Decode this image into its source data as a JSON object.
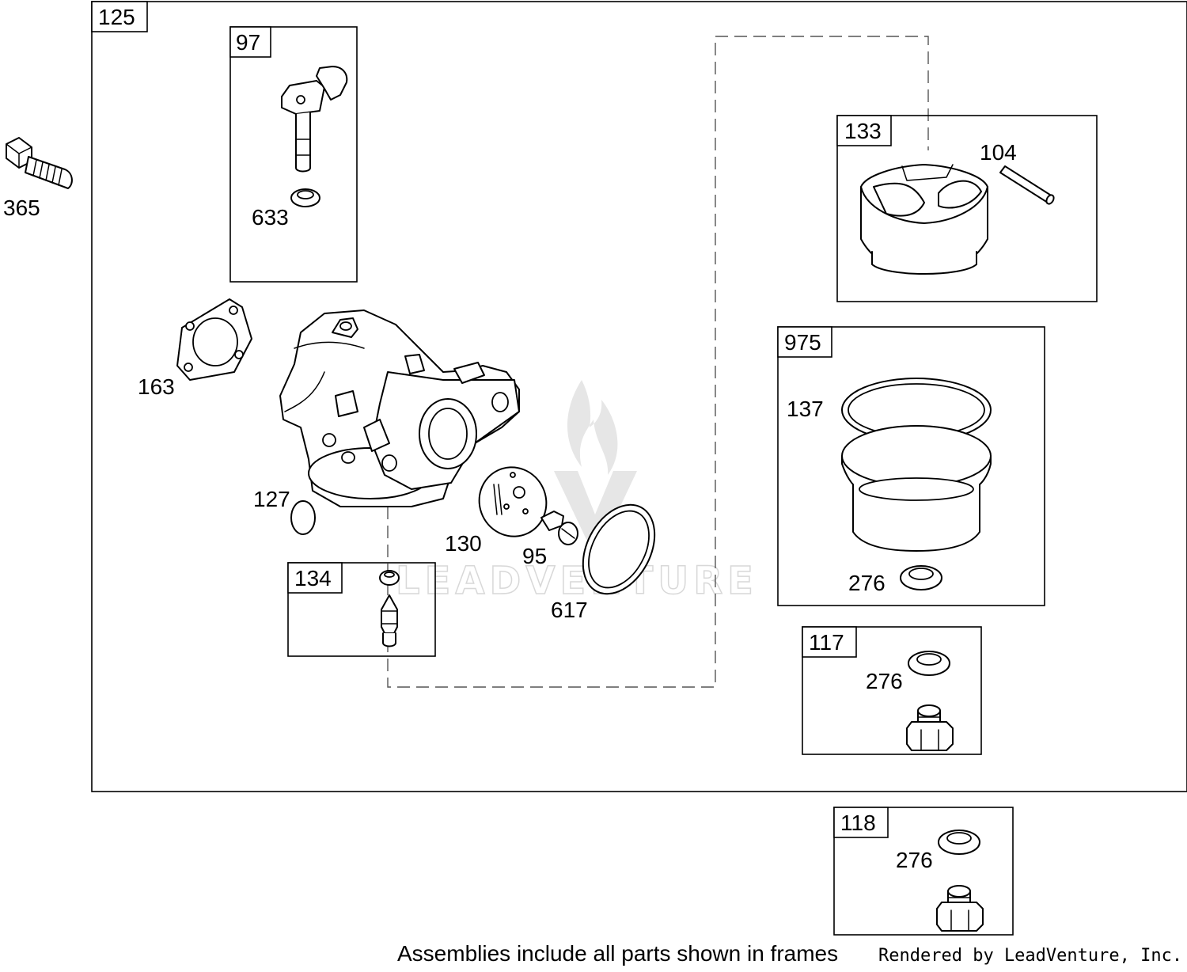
{
  "callouts": {
    "c125": "125",
    "c97": "97",
    "c633": "633",
    "c365": "365",
    "c163": "163",
    "c127": "127",
    "c130": "130",
    "c95": "95",
    "c617": "617",
    "c134": "134",
    "c133": "133",
    "c104": "104",
    "c975": "975",
    "c137": "137",
    "c276a": "276",
    "c117": "117",
    "c276b": "276",
    "c118": "118",
    "c276c": "276"
  },
  "watermark": {
    "text": "LEADVENTURE"
  },
  "footer": {
    "note": "Assemblies include all parts shown in frames",
    "credit": "Rendered by LeadVenture, Inc."
  }
}
